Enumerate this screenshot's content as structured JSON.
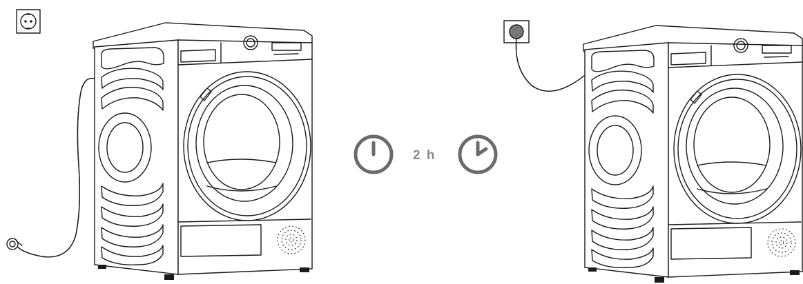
{
  "wait_step": {
    "duration_label": "2 h",
    "clock_color": "#6b6b6b",
    "start_clock_icon": "clock-start-icon",
    "end_clock_icon": "clock-end-icon"
  },
  "left_panel": {
    "machine_icon": "tumble-dryer-icon",
    "socket_icon": "wall-socket-icon",
    "state": "unplugged"
  },
  "right_panel": {
    "machine_icon": "tumble-dryer-icon",
    "socket_icon": "wall-socket-plugged-icon",
    "state": "plugged-in"
  }
}
